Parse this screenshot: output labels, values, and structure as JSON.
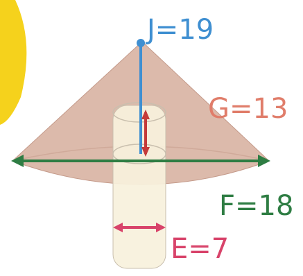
{
  "labels": {
    "J": "J=19",
    "G": "G=13",
    "F": "F=18",
    "E": "E=7"
  },
  "colors": {
    "background": "#ffffff",
    "sun": "#f5d21c",
    "cone_fill": "#d8b2a2",
    "cone_stroke": "#c49a8a",
    "cylinder_fill": "#f7f1dc",
    "cylinder_stroke": "#c9bfae",
    "J": "#3f8fd1",
    "G": "#e07d6a",
    "F": "#2e7d43",
    "E": "#d8436a",
    "height_arrow": "#c43a3a"
  }
}
